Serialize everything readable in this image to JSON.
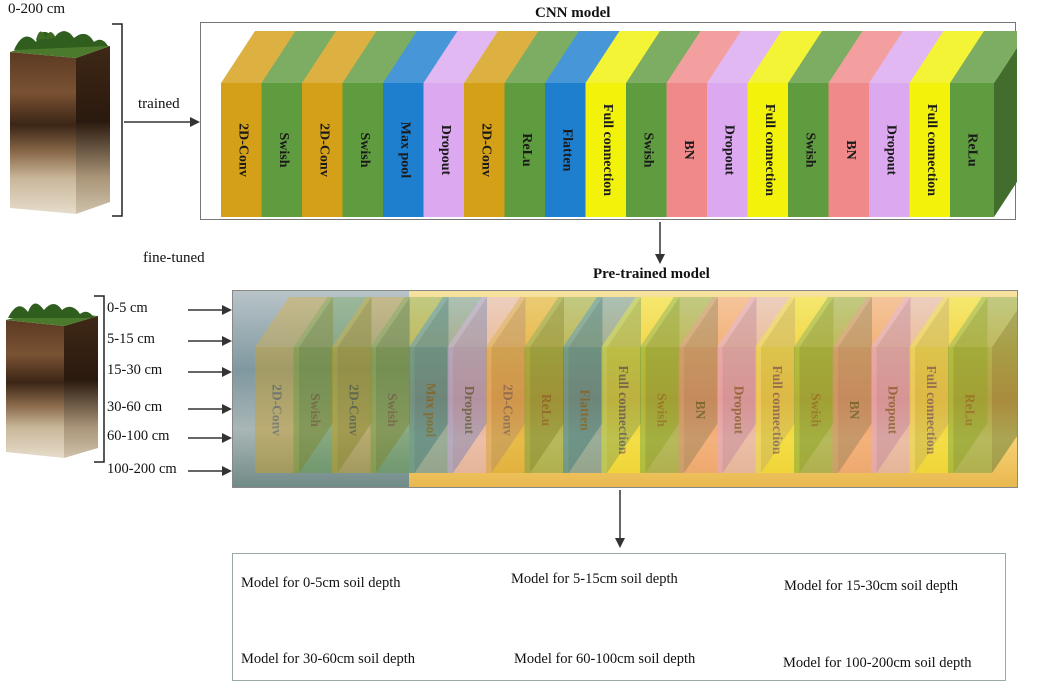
{
  "top": {
    "depth_label": "0-200 cm",
    "trained_label": "trained",
    "title": "CNN model"
  },
  "middle": {
    "fine_tuned_label": "fine-tuned",
    "title": "Pre-trained model"
  },
  "depths": [
    "0-5 cm",
    "5-15 cm",
    "15-30 cm",
    "30-60 cm",
    "60-100 cm",
    "100-200 cm"
  ],
  "layers": [
    {
      "label": "2D-Conv",
      "color": "#d4a017"
    },
    {
      "label": "Swish",
      "color": "#5f9b3f"
    },
    {
      "label": "2D-Conv",
      "color": "#d4a017"
    },
    {
      "label": "Swish",
      "color": "#5f9b3f"
    },
    {
      "label": "Max pool",
      "color": "#1f7fcf"
    },
    {
      "label": "Dropout",
      "color": "#dca8f0"
    },
    {
      "label": "2D-Conv",
      "color": "#d4a017"
    },
    {
      "label": "ReLu",
      "color": "#5f9b3f"
    },
    {
      "label": "Flatten",
      "color": "#1f7fcf"
    },
    {
      "label": "Full connection",
      "color": "#f2f20a"
    },
    {
      "label": "Swish",
      "color": "#5f9b3f"
    },
    {
      "label": "BN",
      "color": "#f08a8a"
    },
    {
      "label": "Dropout",
      "color": "#dca8f0"
    },
    {
      "label": "Full connection",
      "color": "#f2f20a"
    },
    {
      "label": "Swish",
      "color": "#5f9b3f"
    },
    {
      "label": "BN",
      "color": "#f08a8a"
    },
    {
      "label": "Dropout",
      "color": "#dca8f0"
    },
    {
      "label": "Full connection",
      "color": "#f2f20a"
    },
    {
      "label": "ReLu",
      "color": "#5f9b3f"
    }
  ],
  "outputs": [
    "Model for 0-5cm soil depth",
    "Model for 5-15cm soil depth",
    "Model for 15-30cm soil depth",
    "Model for 30-60cm soil depth",
    "Model for 60-100cm soil depth",
    "Model for 100-200cm soil depth"
  ]
}
